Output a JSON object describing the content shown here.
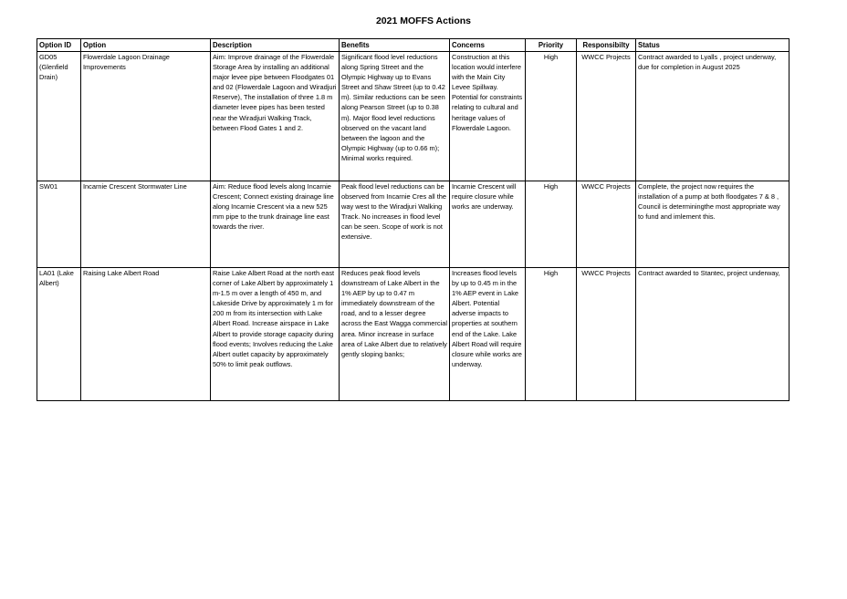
{
  "title": "2021 MOFFS Actions",
  "columns": [
    "Option ID",
    "Option",
    "Description",
    "Benefits",
    "Concerns",
    "Priority",
    "Responsibilty",
    "Status"
  ],
  "rows": [
    {
      "id": "GD05 (Glenfield Drain)",
      "option": "Flowerdale Lagoon Drainage Improvements",
      "description": "Aim: Improve drainage of the Flowerdale Storage Area by installing an additional major levee pipe between Floodgates 01 and 02 (Flowerdale Lagoon and Wiradjuri Reserve), The installation of three 1.8 m diameter levee pipes has been tested near the Wiradjuri Walking Track, between Flood Gates 1 and 2.",
      "benefits": "Significant flood level reductions along Spring Street and the Olympic Highway up to Evans Street and Shaw Street (up to 0.42 m). Similar reductions can be seen along Pearson Street (up to 0.38 m). Major flood level reductions observed on the vacant land between the lagoon and the Olympic Highway (up to 0.66 m); Minimal works required.",
      "concerns": "Construction at this location would interfere with the Main City Levee Spillway. Potential for constraints relating to cultural and heritage values of Flowerdale Lagoon.",
      "priority": "High",
      "responsibility": "WWCC Projects",
      "status": "Contract awarded to Lyalls , project underway, due for completion in August 2025"
    },
    {
      "id": "SW01",
      "option": "Incarnie Crescent Stormwater Line",
      "description": "Aim: Reduce flood levels along Incarnie Crescent; Connect existing drainage line along Incarnie Crescent via a new 525 mm pipe to the trunk drainage line east towards the river.",
      "benefits": "Peak flood level reductions can be observed from Incarnie Cres all the way west to the Wiradjuri Walking Track. No increases in flood level can be seen. Scope of work is not extensive.",
      "concerns": "Incarnie Crescent will require closure while works are underway.",
      "priority": "High",
      "responsibility": "WWCC Projects",
      "status": "Complete, the project now requires the installation of a pump at both floodgates 7 & 8 , Council is determiningthe most appropriate way to fund and imlement this."
    },
    {
      "id": "LA01 (Lake Albert)",
      "option": "Raising Lake Albert Road",
      "description": "Raise Lake Albert Road at the north east corner of Lake Albert by approximately 1 m-1.5 m over a length of 450 m, and Lakeside Drive by approximately 1 m for 200 m from its intersection with Lake Albert Road. Increase airspace in Lake Albert to provide storage capacity during flood events; Involves reducing the Lake Albert outlet capacity by approximately 50% to limit peak outflows.",
      "benefits": "Reduces peak flood levels downstream of Lake Albert in the 1% AEP by up to 0.47 m immediately downstream of the road, and to a lesser degree across the East Wagga commercial area. Minor increase in surface area of Lake Albert due to relatively gently sloping banks;",
      "concerns": "Increases flood levels by up to 0.45 m in the 1% AEP event in Lake Albert. Potential adverse impacts to properties at southern end of the Lake. Lake Albert Road will require closure while works are underway.",
      "priority": "High",
      "responsibility": "WWCC Projects",
      "status": "Contract awarded to Stantec, project underway,"
    }
  ]
}
